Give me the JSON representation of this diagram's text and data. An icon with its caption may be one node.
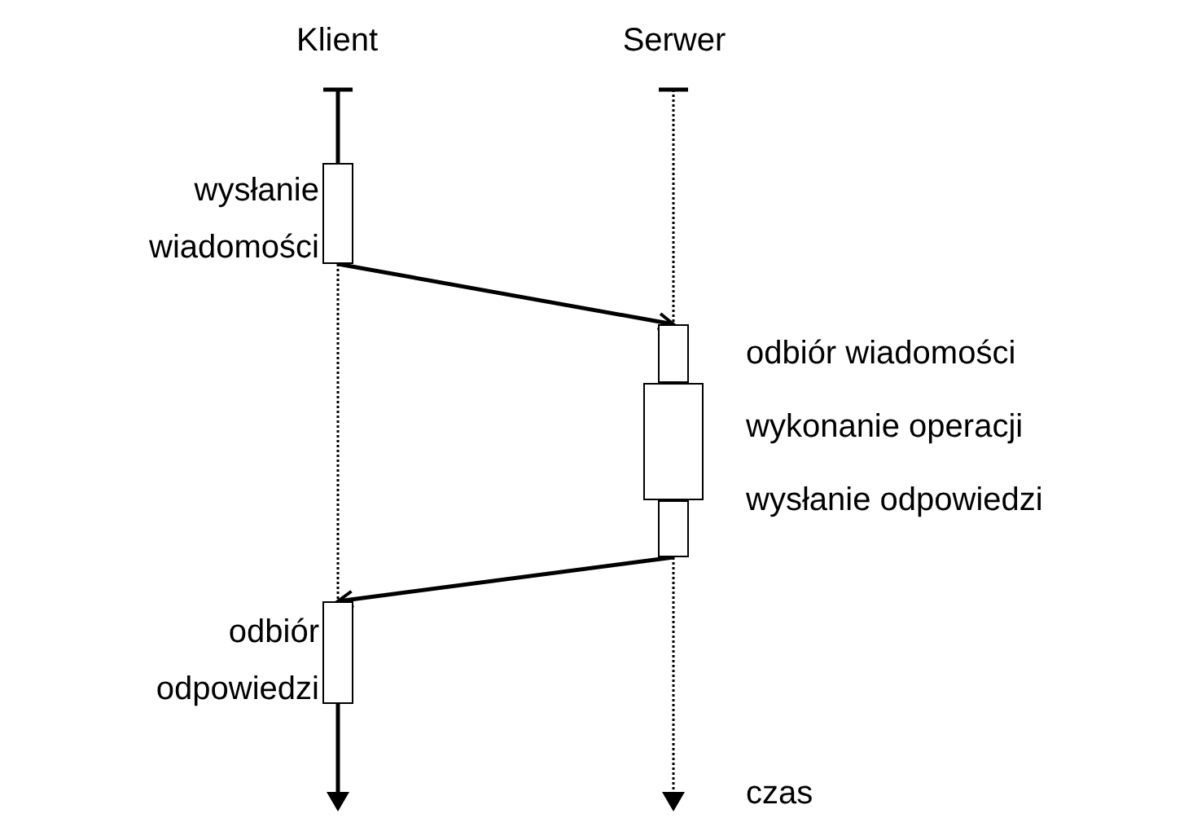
{
  "diagram": {
    "nodes": [
      {
        "text": [
          "Klient"
        ]
      },
      {
        "text": [
          "Serwer"
        ]
      },
      {
        "text": [],
        "shape": "box",
        "beside": [
          "wysłanie wiadomości"
        ]
      },
      {
        "text": [],
        "shape": "box",
        "beside": [
          "odbiór wiadomości"
        ]
      },
      {
        "text": [],
        "shape": "box",
        "beside": [
          "wykonanie operacji"
        ]
      },
      {
        "text": [],
        "shape": "box",
        "beside": [
          "wysłanie odpowiedzi"
        ]
      },
      {
        "text": [],
        "shape": "box",
        "beside": [
          "odbiór odpowiedzi"
        ]
      }
    ],
    "edges": [
      {
        "from": 2,
        "to": 3,
        "arrow": "to"
      },
      {
        "from": 5,
        "to": 6,
        "arrow": "to"
      },
      {
        "from": 2,
        "to": 6,
        "arrow": "none",
        "style": "dashed"
      }
    ],
    "labels": [
      "czas"
    ]
  }
}
